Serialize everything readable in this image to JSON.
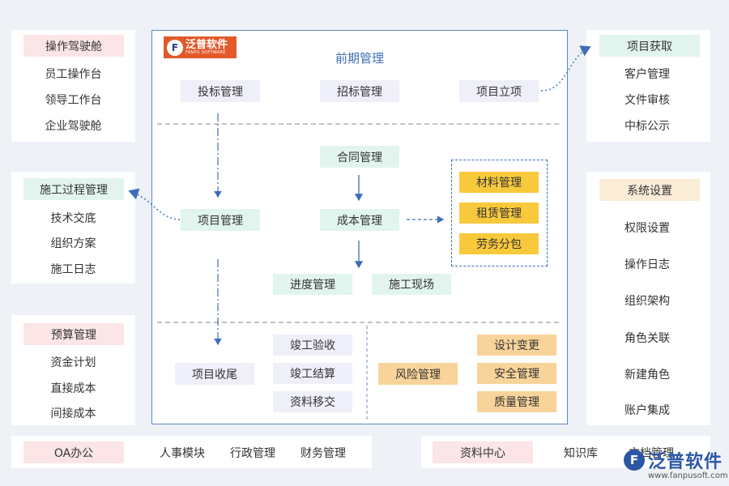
{
  "left_panels": {
    "cockpit": {
      "title": "操作驾驶舱",
      "items": [
        "员工操作台",
        "领导工作台",
        "企业驾驶舱"
      ]
    },
    "process": {
      "title": "施工过程管理",
      "items": [
        "技术交底",
        "组织方案",
        "施工日志"
      ]
    },
    "budget": {
      "title": "预算管理",
      "items": [
        "资金计划",
        "直接成本",
        "间接成本"
      ]
    }
  },
  "right_panels": {
    "acquire": {
      "title": "项目获取",
      "items": [
        "客户管理",
        "文件审核",
        "中标公示"
      ]
    },
    "settings": {
      "title": "系统设置",
      "items": [
        "权限设置",
        "操作日志",
        "组织架构",
        "角色关联",
        "新建角色",
        "账户集成"
      ]
    }
  },
  "bottom_left": {
    "title": "OA办公",
    "items": [
      "人事模块",
      "行政管理",
      "财务管理"
    ]
  },
  "bottom_right": {
    "title": "资料中心",
    "items": [
      "知识库",
      "文档管理"
    ]
  },
  "main": {
    "logo": {
      "name": "泛普软件",
      "sub": "FANPU SOFTWARE"
    },
    "title": "前期管理",
    "early": [
      "投标管理",
      "招标管理",
      "项目立项"
    ],
    "contract": "合同管理",
    "project": "项目管理",
    "cost": "成本管理",
    "resources": [
      "材料管理",
      "租赁管理",
      "劳务分包"
    ],
    "progress": "进度管理",
    "site": "施工现场",
    "closing": "项目收尾",
    "completion": [
      "竣工验收",
      "竣工结算",
      "资料移交"
    ],
    "risk": "风险管理",
    "quality_group": [
      "设计变更",
      "安全管理",
      "质量管理"
    ]
  },
  "watermark": {
    "name": "泛普软件",
    "url": "www.fanpusoft.com"
  },
  "colors": {
    "border": "#5b87c7",
    "pink": "#fbe5e6",
    "green": "#e2f4ee",
    "lavender": "#eeeff9",
    "gold": "#f9c93c",
    "peach": "#f8d49a",
    "logo": "#e25a2a"
  }
}
